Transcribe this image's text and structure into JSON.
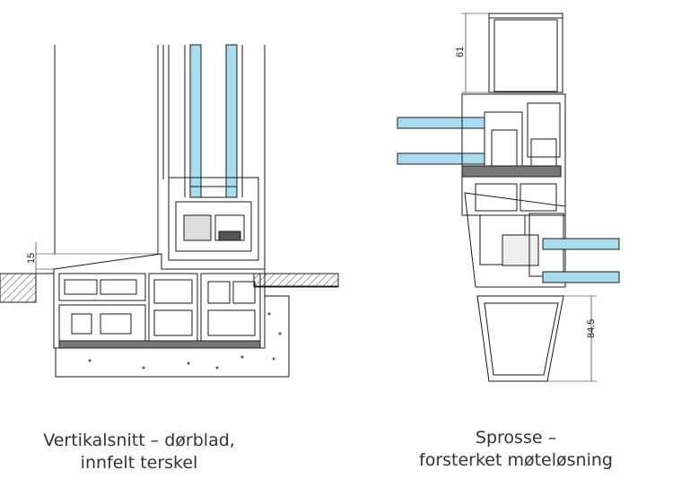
{
  "diagrams": [
    {
      "id": "door-threshold",
      "caption_line1": "Vertikalsnitt – dørblad,",
      "caption_line2": "innfelt terskel",
      "dimension": "15"
    },
    {
      "id": "mullion",
      "caption_line1": "Sprosse –",
      "caption_line2": "forsterket møteløsning",
      "dimension_top": "61",
      "dimension_bottom": "84.5"
    }
  ],
  "colors": {
    "glass": "#a8dcee",
    "line": "#1a1a1a",
    "profile_fill": "#ffffff"
  }
}
